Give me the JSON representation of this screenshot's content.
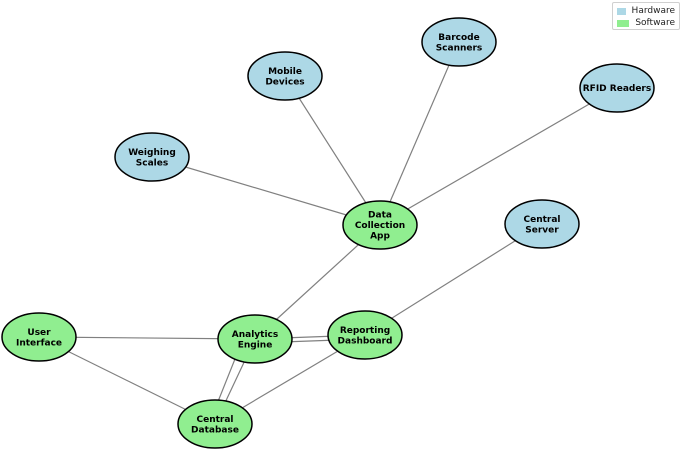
{
  "legend": {
    "items": [
      {
        "label": "Hardware",
        "color": "#add8e6"
      },
      {
        "label": "Software",
        "color": "#90ee90"
      }
    ]
  },
  "colors": {
    "hardware": "#add8e6",
    "software": "#90ee90",
    "edge": "#808080",
    "outline": "#000000"
  },
  "nodes": [
    {
      "id": "barcode-scanners",
      "lines": [
        "Barcode",
        "Scanners"
      ],
      "category": "hardware"
    },
    {
      "id": "mobile-devices",
      "lines": [
        "Mobile",
        "Devices"
      ],
      "category": "hardware"
    },
    {
      "id": "rfid-readers",
      "lines": [
        "RFID Readers"
      ],
      "category": "hardware"
    },
    {
      "id": "weighing-scales",
      "lines": [
        "Weighing",
        "Scales"
      ],
      "category": "hardware"
    },
    {
      "id": "data-collection-app",
      "lines": [
        "Data",
        "Collection",
        "App"
      ],
      "category": "software"
    },
    {
      "id": "central-server",
      "lines": [
        "Central",
        "Server"
      ],
      "category": "hardware"
    },
    {
      "id": "user-interface",
      "lines": [
        "User",
        "Interface"
      ],
      "category": "software"
    },
    {
      "id": "analytics-engine",
      "lines": [
        "Analytics",
        "Engine"
      ],
      "category": "software"
    },
    {
      "id": "reporting-dashboard",
      "lines": [
        "Reporting",
        "Dashboard"
      ],
      "category": "software"
    },
    {
      "id": "central-database",
      "lines": [
        "Central",
        "Database"
      ],
      "category": "software"
    }
  ],
  "edges": [
    {
      "from": "barcode-scanners",
      "to": "data-collection-app"
    },
    {
      "from": "mobile-devices",
      "to": "data-collection-app"
    },
    {
      "from": "rfid-readers",
      "to": "data-collection-app"
    },
    {
      "from": "weighing-scales",
      "to": "data-collection-app"
    },
    {
      "from": "data-collection-app",
      "to": "analytics-engine"
    },
    {
      "from": "central-server",
      "to": "reporting-dashboard"
    },
    {
      "from": "user-interface",
      "to": "analytics-engine"
    },
    {
      "from": "user-interface",
      "to": "central-database"
    },
    {
      "from": "analytics-engine",
      "to": "reporting-dashboard"
    },
    {
      "from": "analytics-engine",
      "to": "central-database"
    },
    {
      "from": "reporting-dashboard",
      "to": "central-database"
    }
  ]
}
